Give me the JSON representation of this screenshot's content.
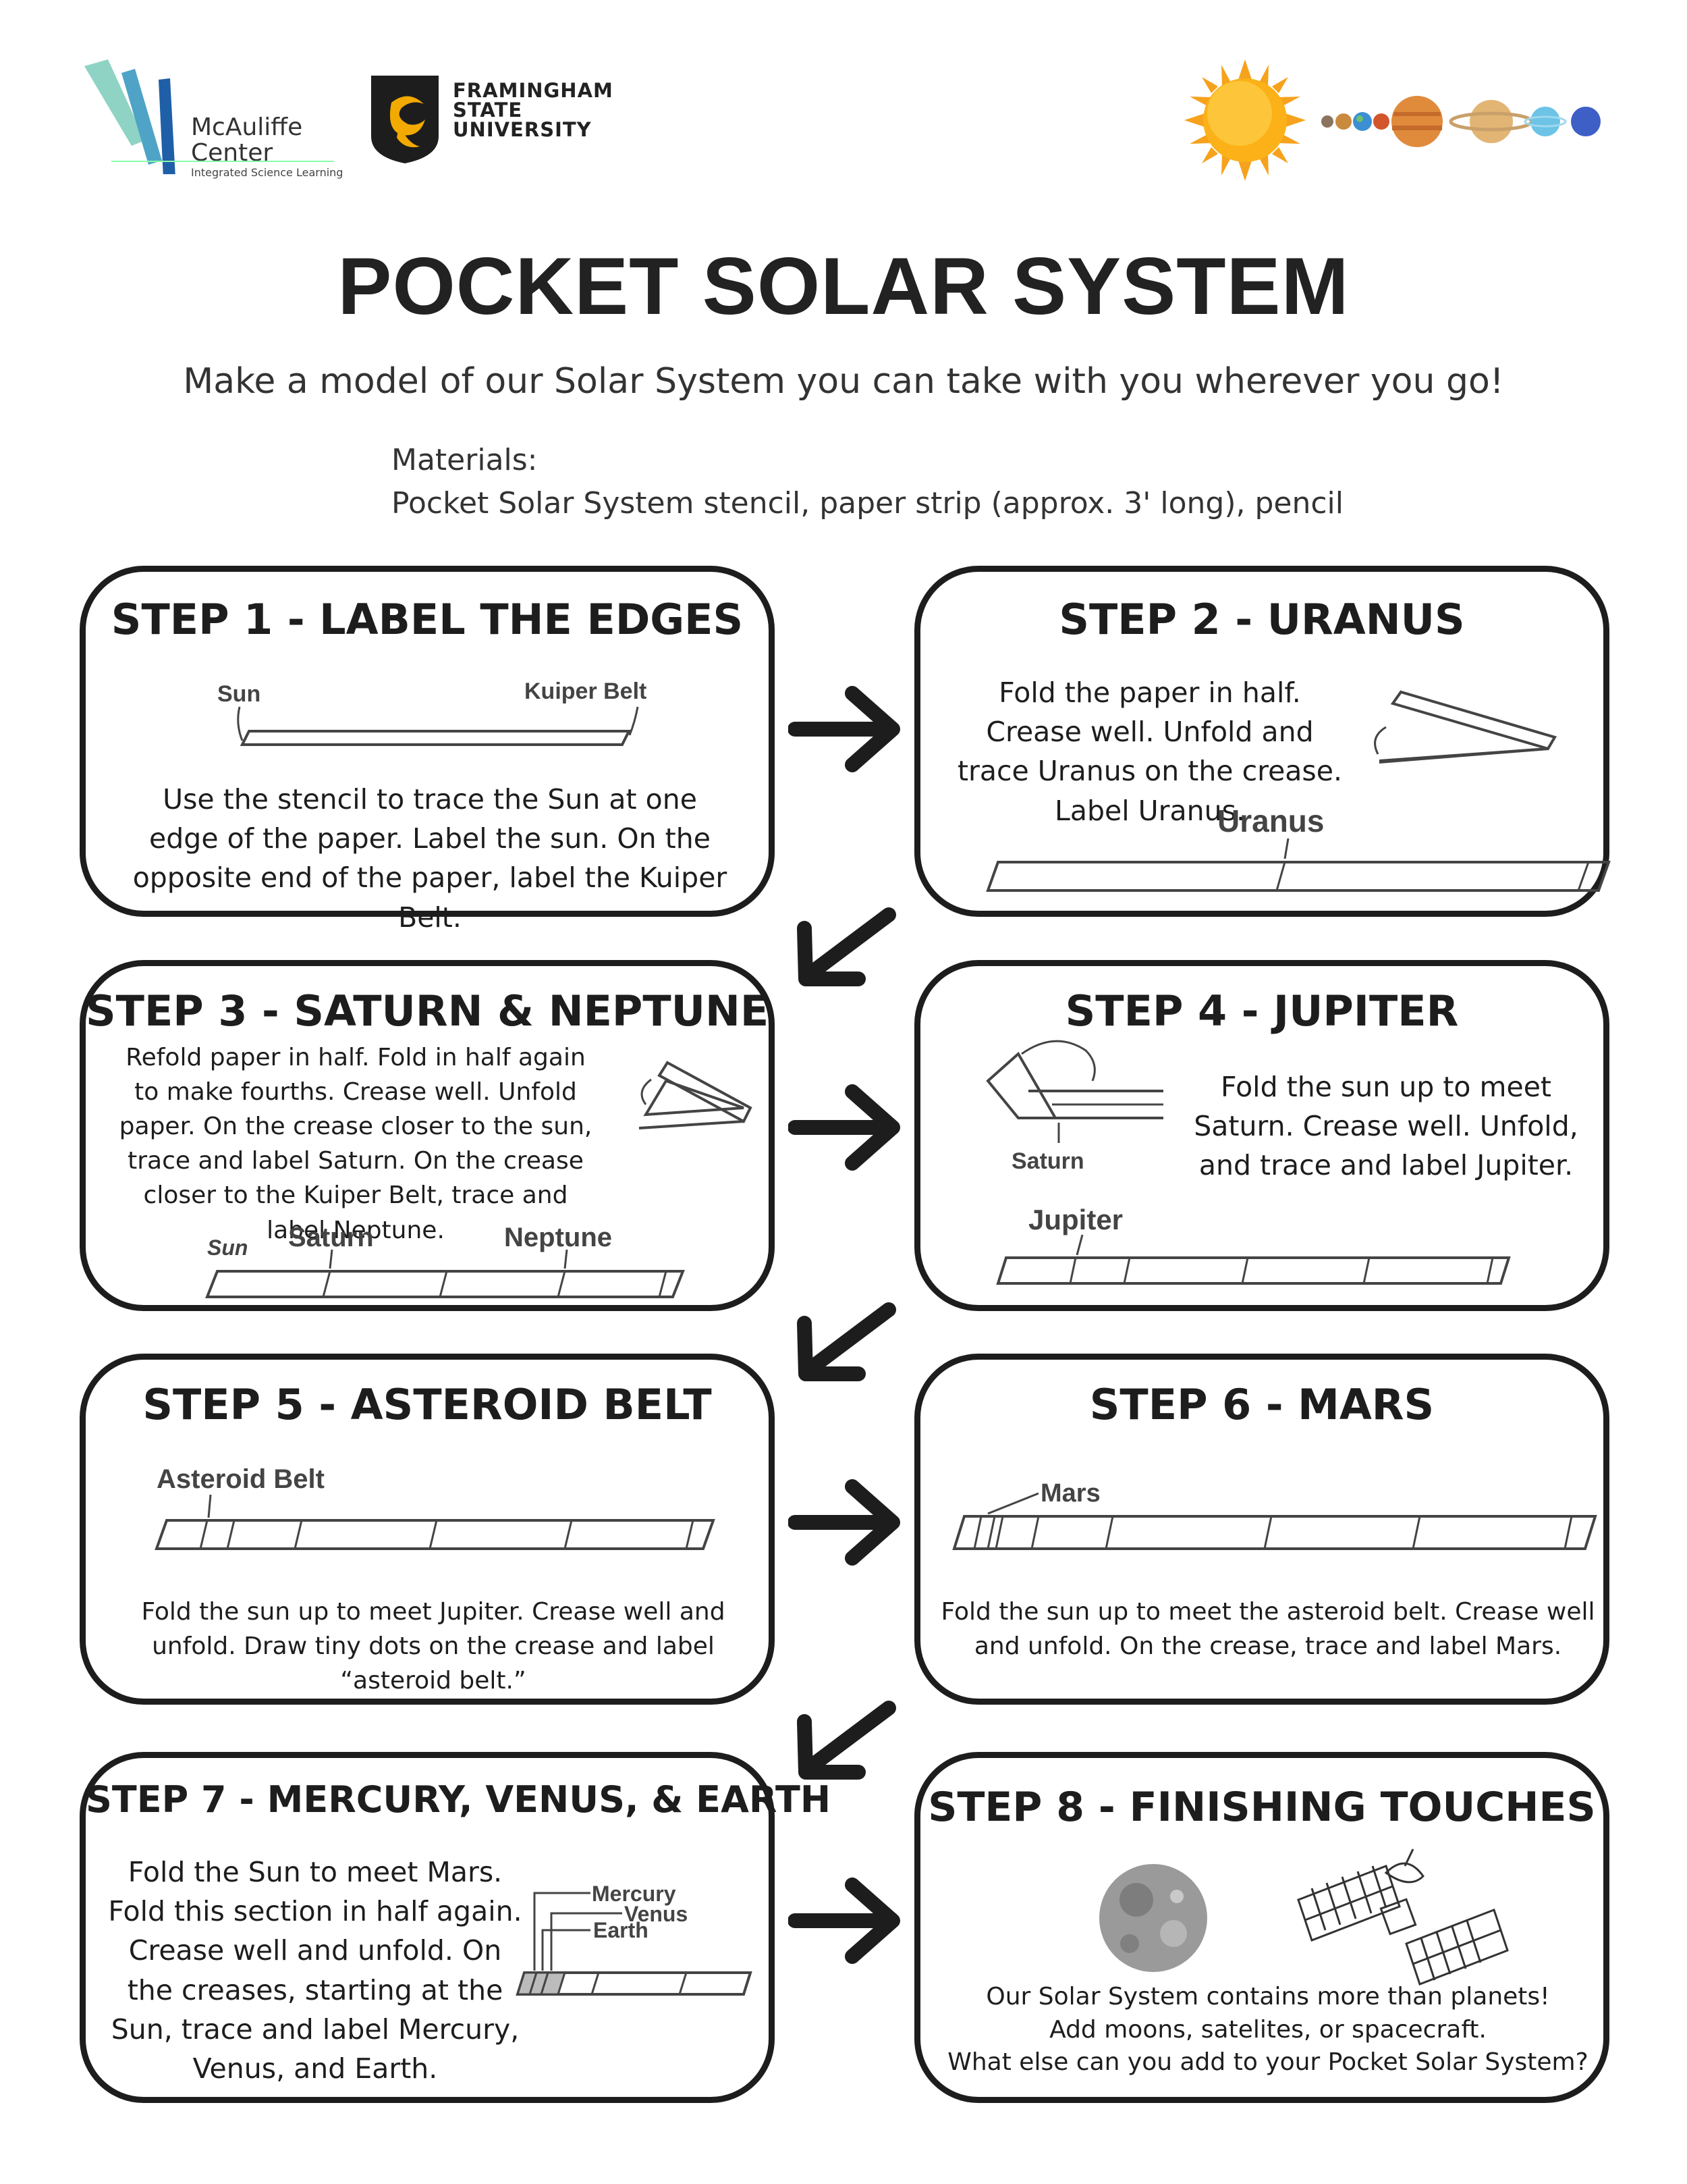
{
  "header": {
    "mcauliffe": {
      "name_line1": "McAuliffe",
      "name_line2": "Center",
      "tagline": "Integrated Science Learning"
    },
    "fsu": {
      "line1": "FRAMINGHAM",
      "line2": "STATE",
      "line3": "UNIVERSITY"
    }
  },
  "title": "POCKET SOLAR SYSTEM",
  "subtitle": "Make a model of our Solar System you can take with you wherever you go!",
  "materials": {
    "heading": "Materials:",
    "list": "Pocket Solar System stencil, paper strip (approx. 3' long), pencil"
  },
  "steps": [
    {
      "title": "STEP 1 - LABEL THE EDGES",
      "text": "Use the stencil to trace the Sun at one edge of the paper. Label the sun. On the opposite end of the paper, label the Kuiper Belt.",
      "labels": [
        "Sun",
        "Kuiper Belt"
      ]
    },
    {
      "title": "STEP 2 - URANUS",
      "text": "Fold the paper in half. Crease well. Unfold and trace Uranus on the crease. Label Uranus.",
      "labels": [
        "Uranus"
      ]
    },
    {
      "title": "STEP 3 - SATURN & NEPTUNE",
      "text": "Refold paper in half. Fold in half again to make fourths. Crease well. Unfold paper. On the crease closer to the sun, trace and label Saturn. On the crease closer to the Kuiper Belt, trace and label Neptune.",
      "labels": [
        "Sun",
        "Saturn",
        "Neptune"
      ]
    },
    {
      "title": "STEP 4 - JUPITER",
      "text": "Fold the sun up to meet Saturn. Crease well. Unfold, and trace and label Jupiter.",
      "labels": [
        "Saturn",
        "Jupiter"
      ]
    },
    {
      "title": "STEP 5 - ASTEROID BELT",
      "text": "Fold the sun up to meet Jupiter. Crease well and unfold. Draw tiny dots on the crease and label “asteroid belt.”",
      "labels": [
        "Asteroid Belt"
      ]
    },
    {
      "title": "STEP 6 - MARS",
      "text": "Fold the sun up to meet the asteroid belt. Crease well and unfold. On the crease, trace and label Mars.",
      "labels": [
        "Mars"
      ]
    },
    {
      "title": "STEP 7 - MERCURY, VENUS, & EARTH",
      "text": "Fold the Sun to meet Mars. Fold this section in half again. Crease well and unfold. On the creases, starting at the Sun, trace and label Mercury, Venus, and Earth.",
      "labels": [
        "Mercury",
        "Venus",
        "Earth"
      ]
    },
    {
      "title": "STEP 8 - FINISHING TOUCHES",
      "text_line1": "Our Solar System contains more than planets!",
      "text_line2": "Add moons, satelites, or spacecraft.",
      "text_line3": "What else can you add to your Pocket Solar System?"
    }
  ],
  "icons": [
    "mcauliffe-logo-icon",
    "fsu-logo-icon",
    "sun-icon",
    "planets-row-icon",
    "arrow-right-icon",
    "arrow-down-left-icon",
    "moon-icon",
    "satellite-icon"
  ],
  "colors": {
    "ink": "#1d1d1d",
    "fsu_gold": "#f2a900",
    "sun": "#fbb117",
    "mcauliffe_teal": "#5fb8a6"
  }
}
